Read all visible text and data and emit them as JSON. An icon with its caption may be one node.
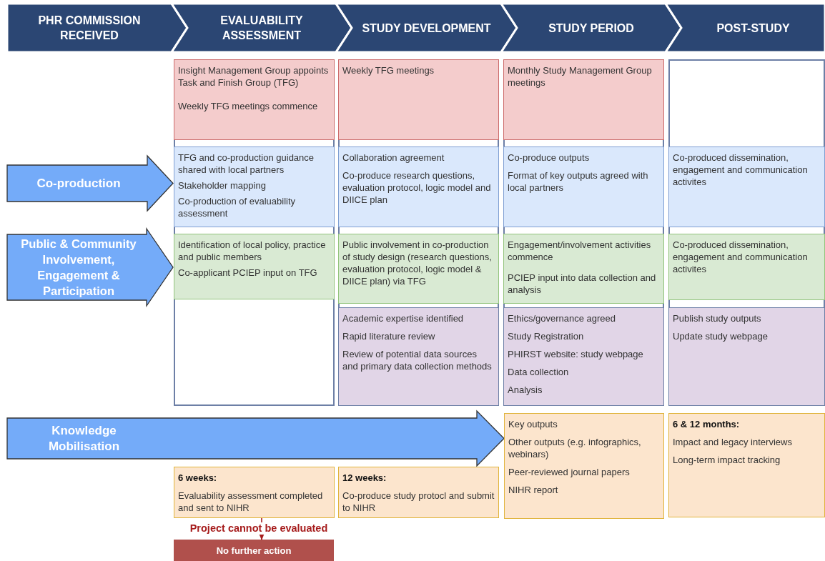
{
  "diagram": {
    "nodes": [
      {
        "text": [
          "PHR COMMISSION RECEIVED"
        ]
      },
      {
        "text": [
          "EVALUABILITY ASSESSMENT"
        ]
      },
      {
        "text": [
          "STUDY DEVELOPMENT"
        ]
      },
      {
        "text": [
          "STUDY PERIOD"
        ]
      },
      {
        "text": [
          "POST-STUDY"
        ]
      },
      {
        "text": [
          "Co-production"
        ]
      },
      {
        "text": [
          "Public & Community Involvement, Engagement & Participation"
        ]
      },
      {
        "text": [],
        "shape": "box"
      },
      {
        "text": [
          "Insight Management Group appoints Task and Finish Group (TFG)",
          "Weekly TFG meetings commence"
        ],
        "in": 7
      },
      {
        "text": [
          "TFG and co-production guidance shared with local partners",
          "Stakeholder mapping",
          "Co-production of evaluability assessment"
        ],
        "in": 7
      },
      {
        "text": [
          "Identification of local policy, practice and public members",
          "Co-applicant PCIEP input on TFG"
        ],
        "in": 7
      },
      {
        "text": [],
        "shape": "box"
      },
      {
        "text": [
          "Weekly TFG meetings"
        ],
        "in": 11
      },
      {
        "text": [
          "Collaboration agreement",
          "Co-produce research questions, evaluation protocol, logic model and DIICE plan"
        ],
        "in": 11
      },
      {
        "text": [
          "Public involvement in co-production of study design (research questions, evaluation protocol, logic model & DIICE plan) via TFG"
        ],
        "in": 11
      },
      {
        "text": [
          "Academic expertise identified",
          "Rapid literature review",
          "Review of potential data sources and primary data collection methods"
        ],
        "in": 11
      },
      {
        "text": [],
        "shape": "box"
      },
      {
        "text": [
          "Monthly Study Management Group meetings"
        ],
        "in": 16
      },
      {
        "text": [
          "Co-produce outputs",
          "Format of key outputs agreed with local partners"
        ],
        "in": 16
      },
      {
        "text": [
          "Engagement/involvement activities commence",
          "PCIEP input into data collection and analysis"
        ],
        "in": 16
      },
      {
        "text": [
          "Ethics/governance agreed",
          "Study Registration",
          "PHIRST website: study webpage",
          "Data collection",
          "Analysis"
        ],
        "in": 16
      },
      {
        "text": [],
        "shape": "box"
      },
      {
        "text": [
          "Co-produced dissemination, engagement and communication activites"
        ],
        "in": 21
      },
      {
        "text": [
          "Co-produced dissemination, engagement and communication activites"
        ],
        "in": 21
      },
      {
        "text": [
          "Publish study outputs",
          "Update study webpage"
        ],
        "in": 21
      },
      {
        "text": [
          "Knowledge Mobilisation"
        ]
      },
      {
        "text": [
          "6 weeks:",
          "Evaluability assessment completed and sent to NIHR"
        ]
      },
      {
        "text": [
          "12 weeks:",
          "Co-produce study protocl and submit to NIHR"
        ]
      },
      {
        "text": [
          "Key outputs",
          "Other outputs (e.g. infographics, webinars)",
          "Peer-reviewed journal papers",
          "NIHR report"
        ]
      },
      {
        "text": [
          "6 & 12 months:",
          "Impact and legacy interviews",
          "Long-term impact tracking"
        ]
      },
      {
        "text": [
          "No further action"
        ]
      }
    ],
    "edges": [
      {
        "from": 26,
        "to": 30,
        "arrow": "to",
        "label": "Project cannot be evaluated",
        "color": "#a61c1c"
      }
    ]
  }
}
